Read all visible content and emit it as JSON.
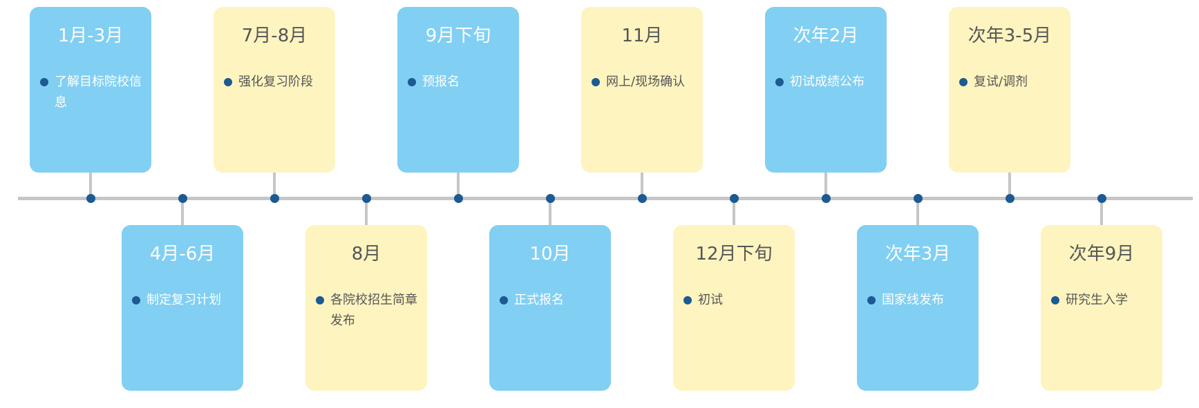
{
  "colors": {
    "card_blue": "#81cff3",
    "card_yellow": "#fdf4c0",
    "axis": "#c6c6c6",
    "dot": "#1b5a93"
  },
  "timeline": {
    "events": [
      {
        "title": "1月-3月",
        "items": [
          "了解目标院校信息"
        ],
        "color": "blue",
        "position": "top"
      },
      {
        "title": "4月-6月",
        "items": [
          "制定复习计划"
        ],
        "color": "blue",
        "position": "bottom"
      },
      {
        "title": "7月-8月",
        "items": [
          "强化复习阶段"
        ],
        "color": "yellow",
        "position": "top"
      },
      {
        "title": "8月",
        "items": [
          "各院校招生简章发布"
        ],
        "color": "yellow",
        "position": "bottom"
      },
      {
        "title": "9月下旬",
        "items": [
          "预报名"
        ],
        "color": "blue",
        "position": "top"
      },
      {
        "title": "10月",
        "items": [
          "正式报名"
        ],
        "color": "blue",
        "position": "bottom"
      },
      {
        "title": "11月",
        "items": [
          "网上/现场确认"
        ],
        "color": "yellow",
        "position": "top"
      },
      {
        "title": "12月下旬",
        "items": [
          "初试"
        ],
        "color": "yellow",
        "position": "bottom"
      },
      {
        "title": "次年2月",
        "items": [
          "初试成绩公布"
        ],
        "color": "blue",
        "position": "top"
      },
      {
        "title": "次年3月",
        "items": [
          "国家线发布"
        ],
        "color": "blue",
        "position": "bottom"
      },
      {
        "title": "次年3-5月",
        "items": [
          "复试/调剂"
        ],
        "color": "yellow",
        "position": "top"
      },
      {
        "title": "次年9月",
        "items": [
          "研究生入学"
        ],
        "color": "yellow",
        "position": "bottom"
      }
    ]
  }
}
